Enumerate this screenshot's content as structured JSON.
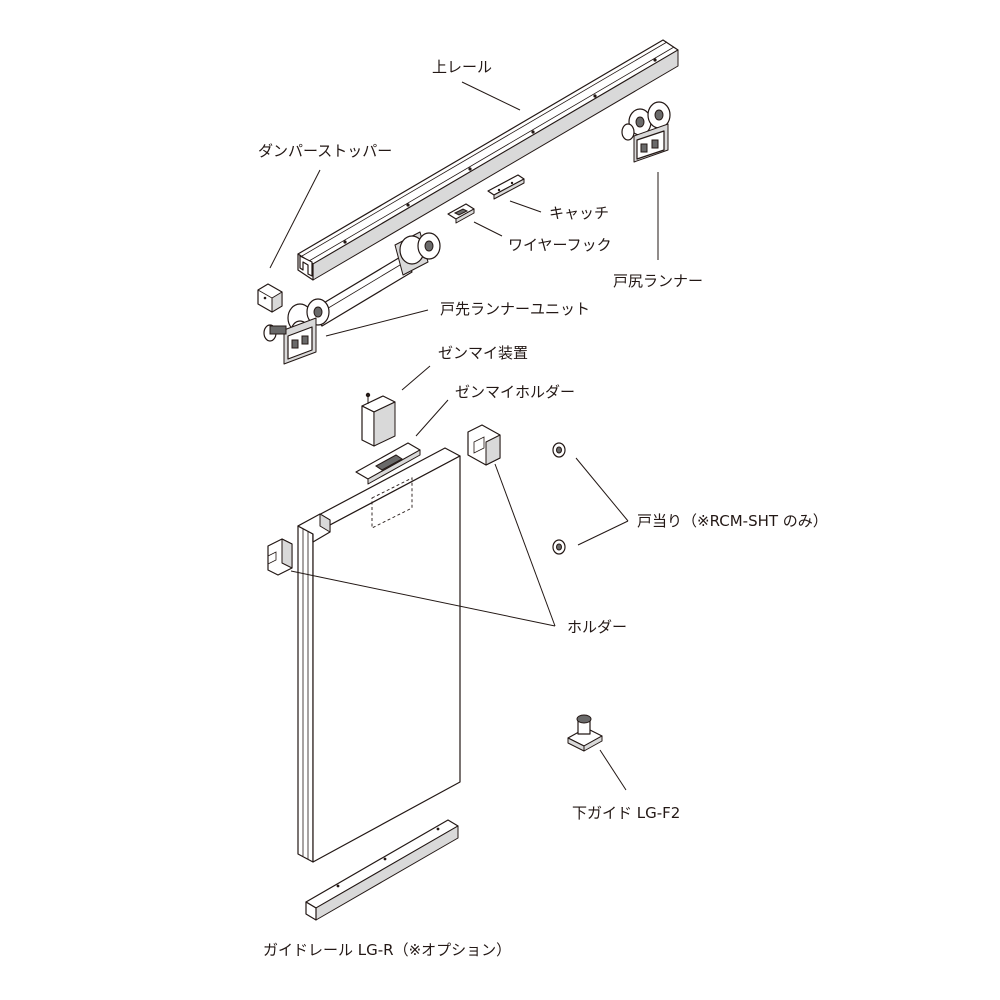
{
  "labels": {
    "upper_rail": "上レール",
    "damper_stopper": "ダンパーストッパー",
    "catch": "キャッチ",
    "wire_hook": "ワイヤーフック",
    "rear_runner": "戸尻ランナー",
    "front_runner_unit": "戸先ランナーユニット",
    "spring_device": "ゼンマイ装置",
    "spring_holder": "ゼンマイホルダー",
    "door_stop": "戸当り（※RCM-SHT のみ）",
    "holder": "ホルダー",
    "lower_guide": "下ガイド  LG-F2",
    "guide_rail": "ガイドレール LG-R（※オプション）"
  }
}
